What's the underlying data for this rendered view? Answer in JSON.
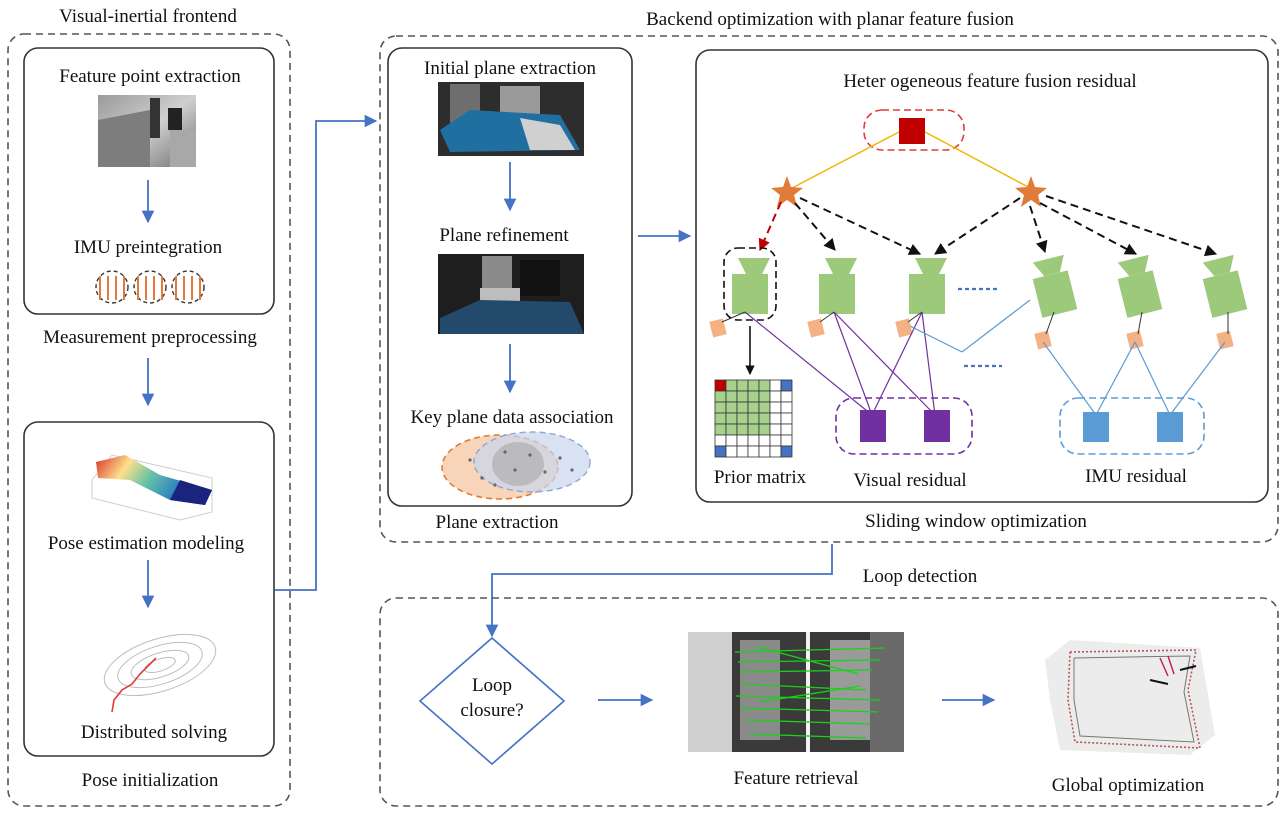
{
  "frontend": {
    "title": "Visual-inertial frontend",
    "measurement_box_caption": "Measurement preprocessing",
    "feature_extraction": "Feature point extraction",
    "imu_preintegration": "IMU preintegration",
    "pose_box_caption": "Pose initialization",
    "pose_modeling": "Pose estimation modeling",
    "distributed_solving": "Distributed solving"
  },
  "backend": {
    "title": "Backend optimization with planar feature fusion",
    "plane_caption": "Plane extraction",
    "initial_plane": "Initial plane extraction",
    "plane_refinement": "Plane refinement",
    "key_plane": "Key plane data association",
    "fusion_title": "Heter ogeneous feature fusion residual",
    "prior_matrix": "Prior matrix",
    "visual_residual": "Visual residual",
    "imu_residual": "IMU residual",
    "sliding_caption": "Sliding window optimization"
  },
  "loop": {
    "title": "Loop detection",
    "decision_line1": "Loop",
    "decision_line2": "closure?",
    "feature_retrieval": "Feature retrieval",
    "global_optimization": "Global optimization"
  },
  "colors": {
    "arrow_blue": "#4472c4",
    "dash_gray": "#555555",
    "prior_red": "#c00000",
    "star_orange": "#e07b39",
    "camera_green": "#9dc97a",
    "node_peach": "#f4b183",
    "visual_purple": "#7030a0",
    "imu_blue": "#5b9bd5"
  }
}
